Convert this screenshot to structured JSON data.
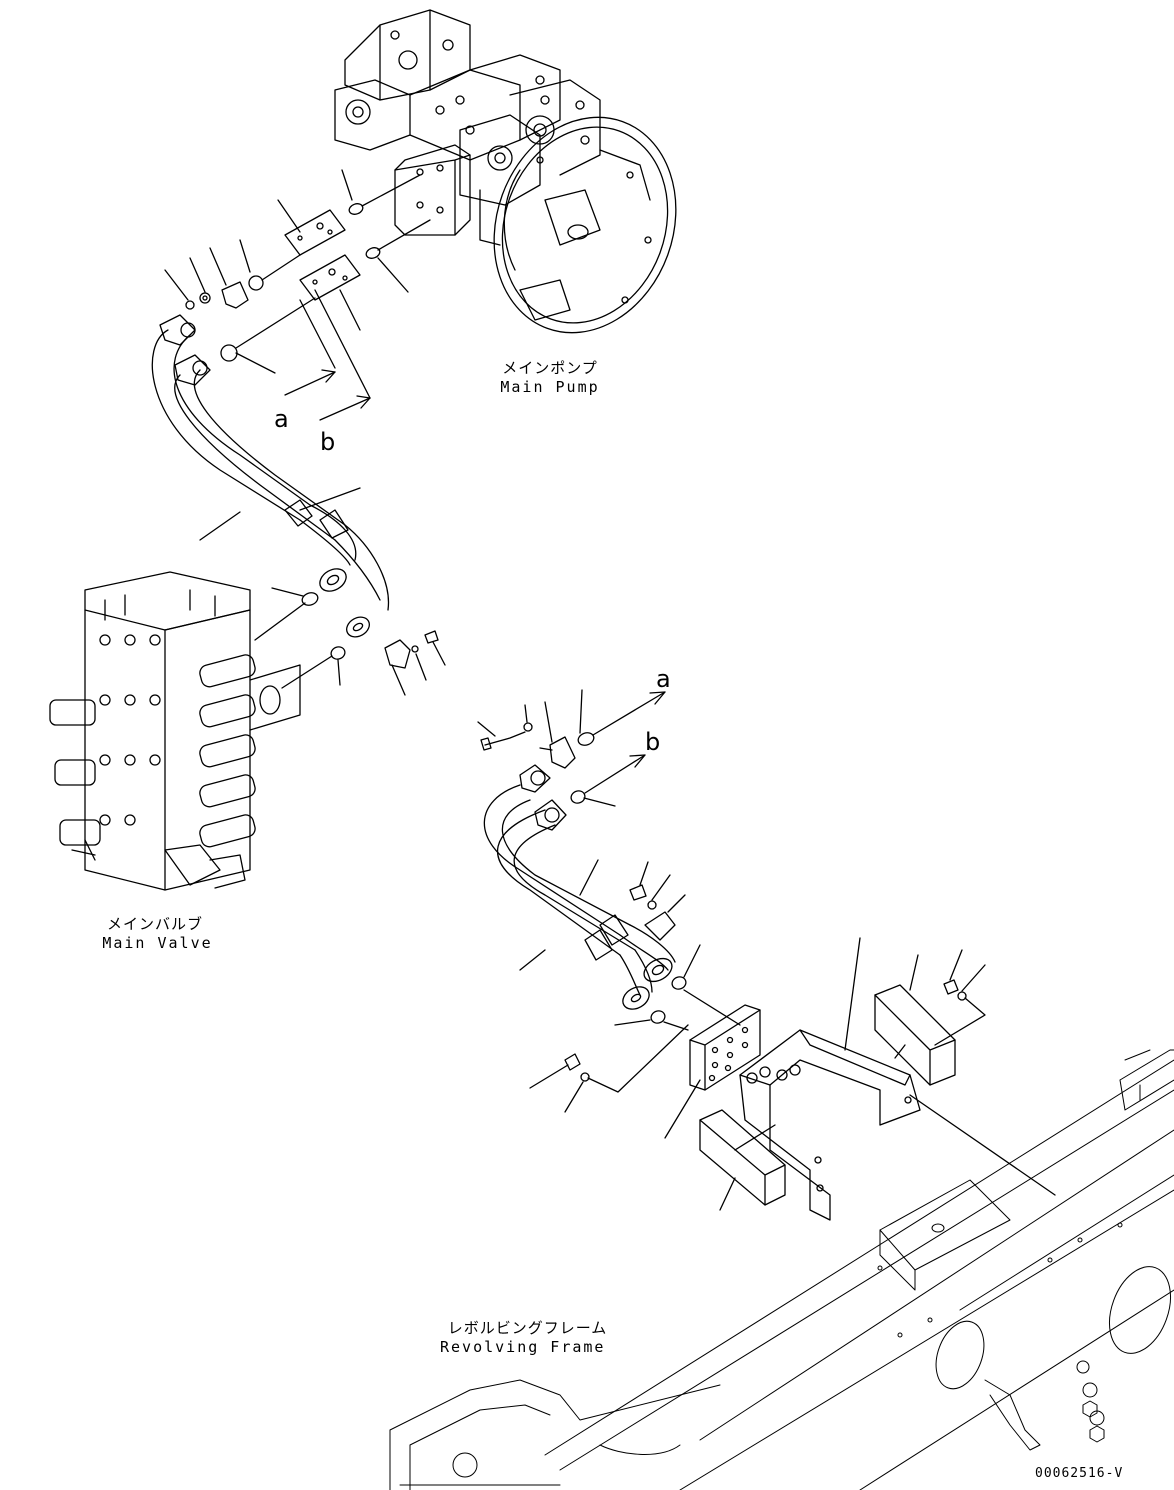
{
  "labels": {
    "main_pump": {
      "jp": "メインポンプ",
      "en": "Main Pump"
    },
    "main_valve": {
      "jp": "メインバルブ",
      "en": "Main Valve"
    },
    "revolving_frame": {
      "jp": "レボルビングフレーム",
      "en": "Revolving Frame"
    }
  },
  "connection_marks": {
    "a_upper": "a",
    "b_upper": "b",
    "a_lower": "a",
    "b_lower": "b"
  },
  "drawing_code": "00062516-V"
}
